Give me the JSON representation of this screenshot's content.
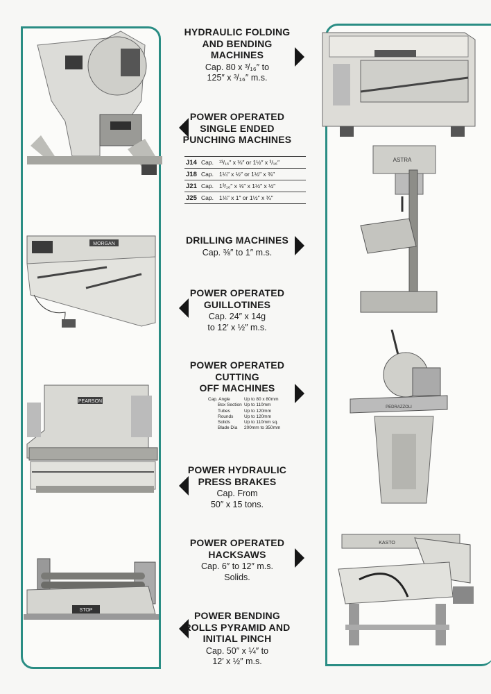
{
  "products": [
    {
      "title": [
        "HYDRAULIC FOLDING",
        "AND BENDING",
        "MACHINES"
      ],
      "caption": [
        "Cap. 80 x ³/₁₆″ to",
        "125″ x ³/₁₆″ m.s."
      ]
    },
    {
      "title": [
        "POWER OPERATED",
        "SINGLE ENDED",
        "PUNCHING MACHINES"
      ],
      "caption": []
    },
    {
      "title": [
        "DRILLING MACHINES"
      ],
      "caption": [
        "Cap. ⅜″ to 1″ m.s."
      ]
    },
    {
      "title": [
        "POWER OPERATED",
        "GUILLOTINES"
      ],
      "caption": [
        "Cap. 24″ x 14g",
        "to 12′ x ½″ m.s."
      ]
    },
    {
      "title": [
        "POWER OPERATED",
        "CUTTING",
        "OFF MACHINES"
      ],
      "caption": []
    },
    {
      "title": [
        "POWER HYDRAULIC",
        "PRESS BRAKES"
      ],
      "caption": [
        "Cap. From",
        "50″ x 15 tons."
      ]
    },
    {
      "title": [
        "POWER OPERATED",
        "HACKSAWS"
      ],
      "caption": [
        "Cap. 6″ to 12″ m.s.",
        "Solids."
      ]
    },
    {
      "title": [
        "POWER BENDING",
        "ROLLS PYRAMID AND",
        "INITIAL PINCH"
      ],
      "caption": [
        "Cap. 50″ x ¼″ to",
        "12′ x ½″ m.s."
      ]
    }
  ],
  "punching_table": [
    {
      "model": "J14",
      "cap": "Cap.",
      "spec": "¹³/₁₆″ x ⅜″ or 1½″ x ³/₁₆″"
    },
    {
      "model": "J18",
      "cap": "Cap.",
      "spec": "1¼″ x ½″ or 1½″ x ⅜″"
    },
    {
      "model": "J21",
      "cap": "Cap.",
      "spec": "1³/₁₆″ x ⅝″ x 1½″ x ½″"
    },
    {
      "model": "J25",
      "cap": "Cap.",
      "spec": "1⅛″ x 1″ or 1½″ x ¾″"
    }
  ],
  "cutting_table": [
    {
      "k": "Cap. Angle",
      "v": "Up to 80 x 80mm"
    },
    {
      "k": "Box Section",
      "v": "Up to 110mm"
    },
    {
      "k": "Tubes",
      "v": "Up to 120mm"
    },
    {
      "k": "Rounds",
      "v": "Up to 120mm"
    },
    {
      "k": "Solids",
      "v": "Up to 110mm sq."
    },
    {
      "k": "Blade Dia",
      "v": "200mm to 350mm"
    }
  ],
  "machine_labels": {
    "guillotine": "MORGAN",
    "press_brake": "PEARSON",
    "drill": "ASTRA",
    "cutoff": "PEDRAZZOLI",
    "hacksaw": "KASTO",
    "rolls": "STOP"
  },
  "colors": {
    "frame": "#2a8d84",
    "ink": "#161616"
  }
}
